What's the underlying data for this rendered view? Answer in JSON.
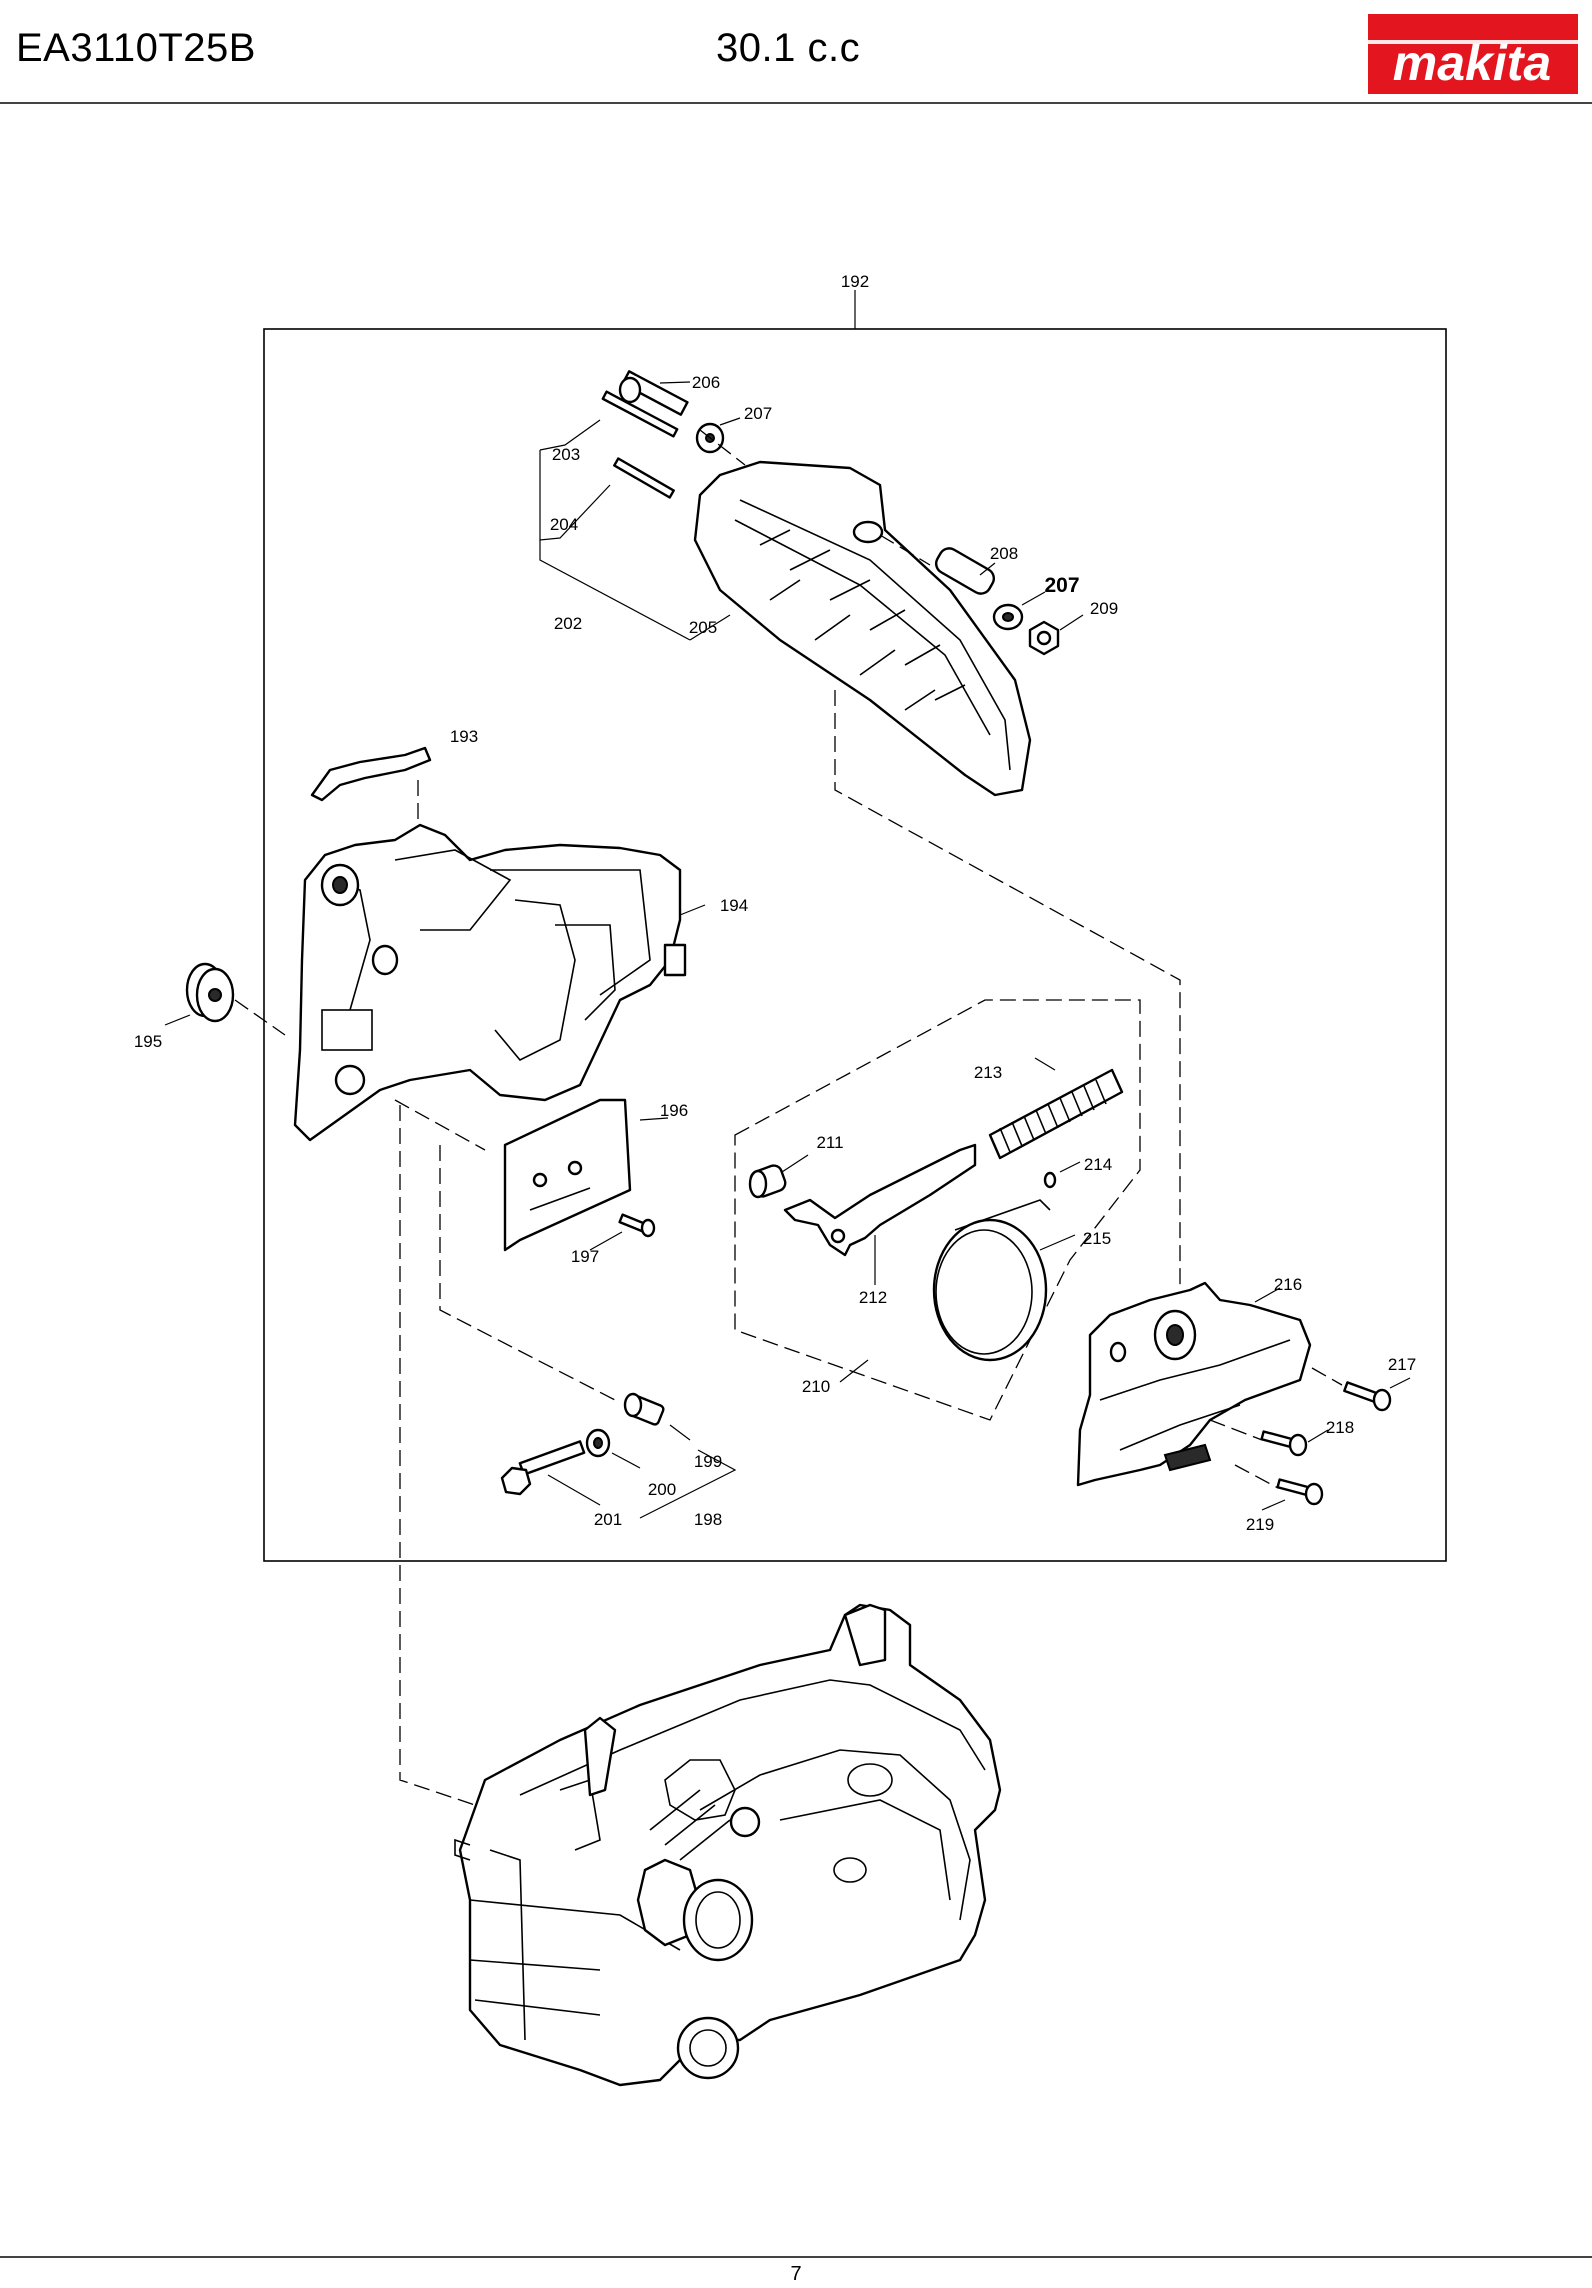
{
  "header": {
    "model": "EA3110T25B",
    "displacement": "30.1 c.c",
    "brand": "makita"
  },
  "footer": {
    "page_number": "7"
  },
  "colors": {
    "brand_red": "#e3151f",
    "line": "#000000"
  },
  "diagram": {
    "labels": {
      "p192": "192",
      "p193": "193",
      "p194": "194",
      "p195": "195",
      "p196": "196",
      "p197": "197",
      "p198": "198",
      "p199": "199",
      "p200": "200",
      "p201": "201",
      "p202": "202",
      "p203": "203",
      "p204": "204",
      "p205": "205",
      "p206": "206",
      "p207a": "207",
      "p207b": "207",
      "p208": "208",
      "p209": "209",
      "p210": "210",
      "p211": "211",
      "p212": "212",
      "p213": "213",
      "p214": "214",
      "p215": "215",
      "p216": "216",
      "p217": "217",
      "p218": "218",
      "p219": "219"
    }
  }
}
